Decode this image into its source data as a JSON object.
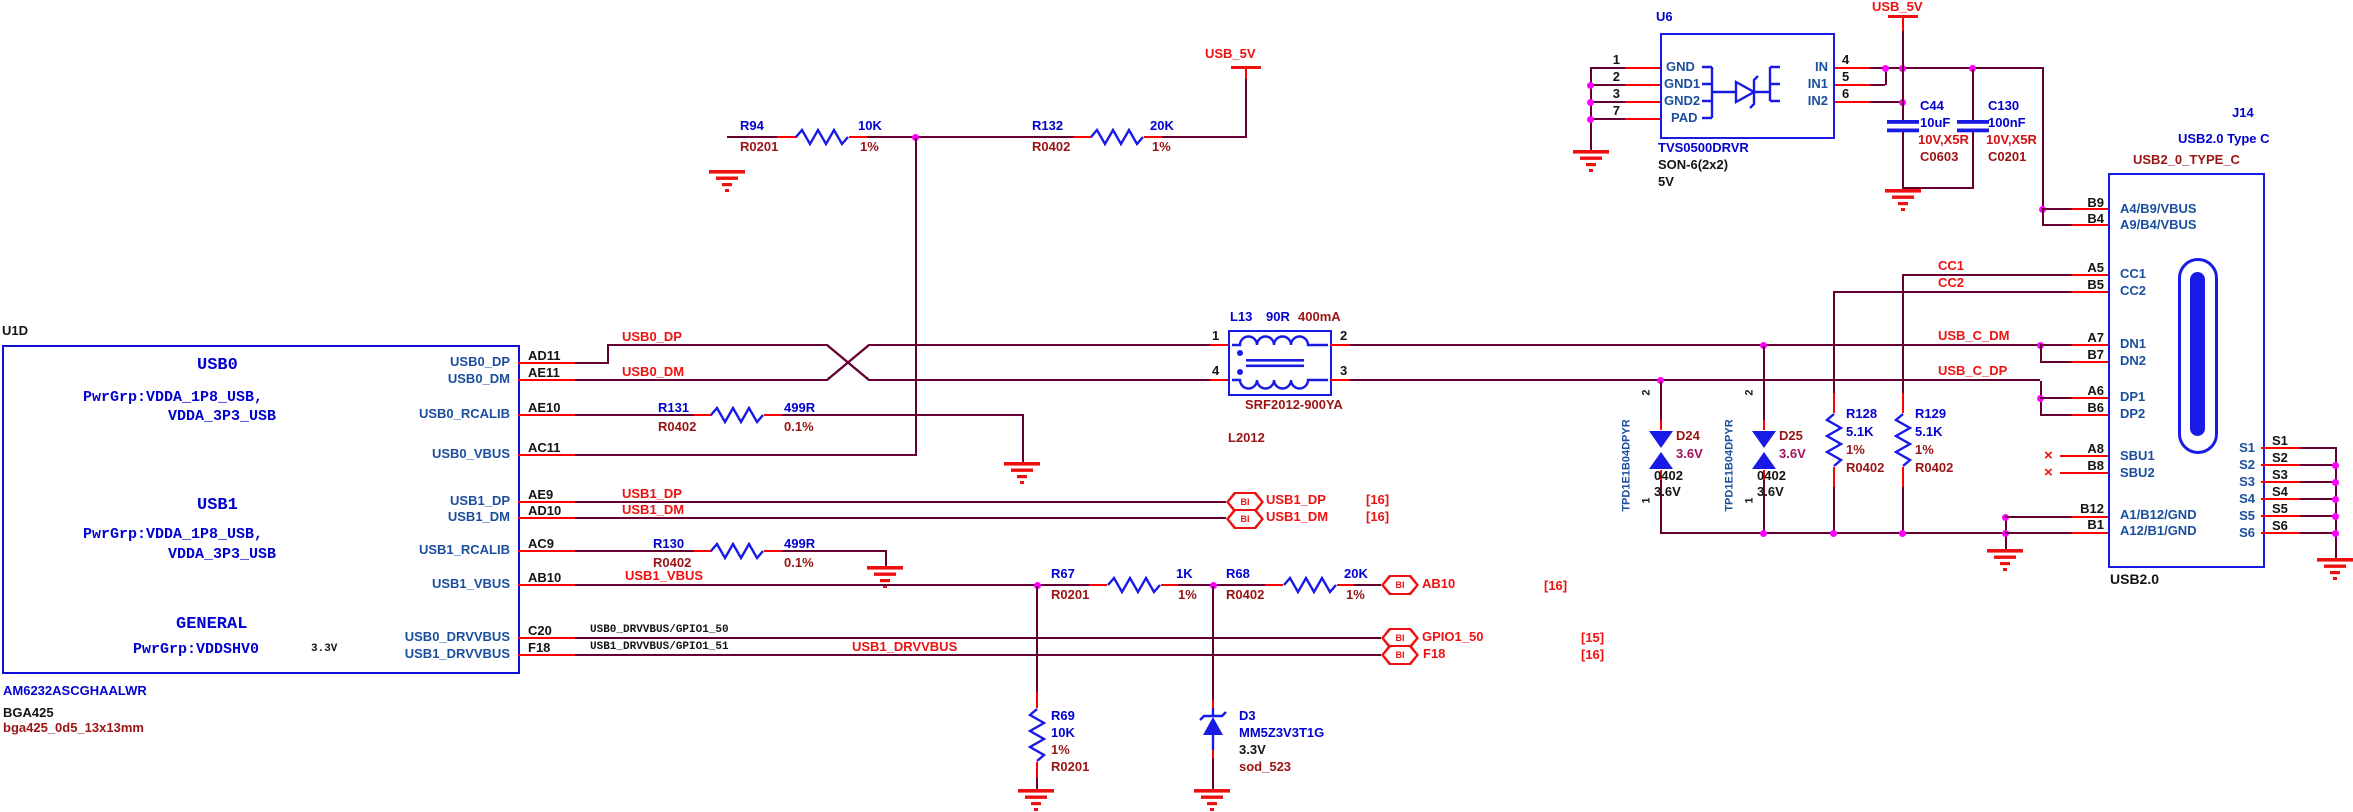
{
  "colors": {
    "wire": "#660033",
    "pin_stub": "#ff0000",
    "junction": "#ff00ff",
    "symbol_blue": "#1a1ae6",
    "box_blue": "#0f0fd6",
    "ref_blue": "#0202cf",
    "pin_name_navy": "#1b4f9e",
    "net_red": "#ee1111",
    "attr_maroon": "#9b1414",
    "text_black": "#141414"
  },
  "nets": {
    "usb_5v": "USB_5V",
    "usb0_dp": "USB0_DP",
    "usb0_dm": "USB0_DM",
    "usb1_dp": "USB1_DP",
    "usb1_dm": "USB1_DM",
    "usb1_vbus": "USB1_VBUS",
    "usb1_drvvbus": "USB1_DRVVBUS",
    "usb0_drvvbus_gpio": "USB0_DRVVBUS/GPIO1_50",
    "usb1_drvvbus_gpio": "USB1_DRVVBUS/GPIO1_51",
    "usb_c_dm": "USB_C_DM",
    "usb_c_dp": "USB_C_DP",
    "cc1": "CC1",
    "cc2": "CC2"
  },
  "u1d": {
    "ref": "U1D",
    "part": "AM6232ASCGHAALWR",
    "package": "BGA425",
    "footprint": "bga425_0d5_13x13mm",
    "usb0_title": "USB0",
    "usb0_pwr1": "PwrGrp:VDDA_1P8_USB,",
    "usb0_pwr2": "VDDA_3P3_USB",
    "usb1_title": "USB1",
    "usb1_pwr1": "PwrGrp:VDDA_1P8_USB,",
    "usb1_pwr2": "VDDA_3P3_USB",
    "gen_title": "GENERAL",
    "gen_pwr": "PwrGrp:VDDSHV0",
    "gen_volt": "3.3V",
    "pins": [
      {
        "num": "AD11",
        "name": "USB0_DP"
      },
      {
        "num": "AE11",
        "name": "USB0_DM"
      },
      {
        "num": "AE10",
        "name": "USB0_RCALIB"
      },
      {
        "num": "AC11",
        "name": "USB0_VBUS"
      },
      {
        "num": "AE9",
        "name": "USB1_DP"
      },
      {
        "num": "AD10",
        "name": "USB1_DM"
      },
      {
        "num": "AC9",
        "name": "USB1_RCALIB"
      },
      {
        "num": "AB10",
        "name": "USB1_VBUS"
      },
      {
        "num": "C20",
        "name": "USB0_DRVVBUS"
      },
      {
        "num": "F18",
        "name": "USB1_DRVVBUS"
      }
    ]
  },
  "resistors": {
    "r94": {
      "ref": "R94",
      "footprint": "R0201",
      "value": "10K",
      "tol": "1%"
    },
    "r132": {
      "ref": "R132",
      "footprint": "R0402",
      "value": "20K",
      "tol": "1%"
    },
    "r131": {
      "ref": "R131",
      "footprint": "R0402",
      "value": "499R",
      "tol": "0.1%"
    },
    "r130": {
      "ref": "R130",
      "footprint": "R0402",
      "value": "499R",
      "tol": "0.1%"
    },
    "r67": {
      "ref": "R67",
      "footprint": "R0201",
      "value": "1K",
      "tol": "1%"
    },
    "r68": {
      "ref": "R68",
      "footprint": "R0402",
      "value": "20K",
      "tol": "1%"
    },
    "r69": {
      "ref": "R69",
      "value": "10K",
      "tol": "1%",
      "footprint": "R0201"
    },
    "r128": {
      "ref": "R128",
      "value": "5.1K",
      "tol": "1%",
      "footprint": "R0402"
    },
    "r129": {
      "ref": "R129",
      "value": "5.1K",
      "tol": "1%",
      "footprint": "R0402"
    }
  },
  "choke_l13": {
    "ref": "L13",
    "value": "90R",
    "current": "400mA",
    "part": "SRF2012-900YA",
    "footprint": "L2012",
    "pin1": "1",
    "pin2": "2",
    "pin3": "3",
    "pin4": "4"
  },
  "tvs_u6": {
    "ref": "U6",
    "part": "TVS0500DRVR",
    "package": "SON-6(2x2)",
    "voltage": "5V",
    "pins_left": [
      {
        "num": "1",
        "name": "GND"
      },
      {
        "num": "2",
        "name": "GND1"
      },
      {
        "num": "3",
        "name": "GND2"
      },
      {
        "num": "7",
        "name": "PAD"
      }
    ],
    "pins_right": [
      {
        "num": "4",
        "name": "IN"
      },
      {
        "num": "5",
        "name": "IN1"
      },
      {
        "num": "6",
        "name": "IN2"
      }
    ]
  },
  "caps": {
    "c44": {
      "ref": "C44",
      "value": "10uF",
      "rating": "10V,X5R",
      "footprint": "C0603"
    },
    "c130": {
      "ref": "C130",
      "value": "100nF",
      "rating": "10V,X5R",
      "footprint": "C0201"
    }
  },
  "esd": {
    "d24": {
      "ref": "D24",
      "part": "TPD1E1B04DPYR",
      "voltage": "3.6V",
      "size": "0402",
      "volt2": "3.6V",
      "pin_top": "2",
      "pin_bot": "1"
    },
    "d25": {
      "ref": "D25",
      "part": "TPD1E1B04DPYR",
      "voltage": "3.6V",
      "size": "0402",
      "volt2": "3.6V",
      "pin_top": "2",
      "pin_bot": "1"
    }
  },
  "zener_d3": {
    "ref": "D3",
    "part": "MM5Z3V3T1G",
    "voltage": "3.3V",
    "footprint": "sod_523"
  },
  "j14": {
    "ref": "J14",
    "title": "USB2.0 Type C",
    "net_name": "USB2_0_TYPE_C",
    "footprint": "USB2.0",
    "pins_left": [
      {
        "num": "B9",
        "name": "A4/B9/VBUS"
      },
      {
        "num": "B4",
        "name": "A9/B4/VBUS"
      },
      {
        "num": "A5",
        "name": "CC1"
      },
      {
        "num": "B5",
        "name": "CC2"
      },
      {
        "num": "A7",
        "name": "DN1"
      },
      {
        "num": "B7",
        "name": "DN2"
      },
      {
        "num": "A6",
        "name": "DP1"
      },
      {
        "num": "B6",
        "name": "DP2"
      },
      {
        "num": "A8",
        "name": "SBU1"
      },
      {
        "num": "B8",
        "name": "SBU2"
      },
      {
        "num": "B12",
        "name": "A1/B12/GND"
      },
      {
        "num": "B1",
        "name": "A12/B1/GND"
      }
    ],
    "pins_right": [
      {
        "num": "S1",
        "name": "S1"
      },
      {
        "num": "S2",
        "name": "S2"
      },
      {
        "num": "S3",
        "name": "S3"
      },
      {
        "num": "S4",
        "name": "S4"
      },
      {
        "num": "S5",
        "name": "S5"
      },
      {
        "num": "S6",
        "name": "S6"
      }
    ]
  },
  "ports": {
    "bi": "BI",
    "ab10": {
      "net": "AB10",
      "page": "[16]"
    },
    "gpio1_50": {
      "net": "GPIO1_50",
      "page": "[15]"
    },
    "f18": {
      "net": "F18",
      "page": "[16]"
    },
    "usb1_dp_page": "[16]",
    "usb1_dm_page": "[16]"
  },
  "no_connect": "×"
}
